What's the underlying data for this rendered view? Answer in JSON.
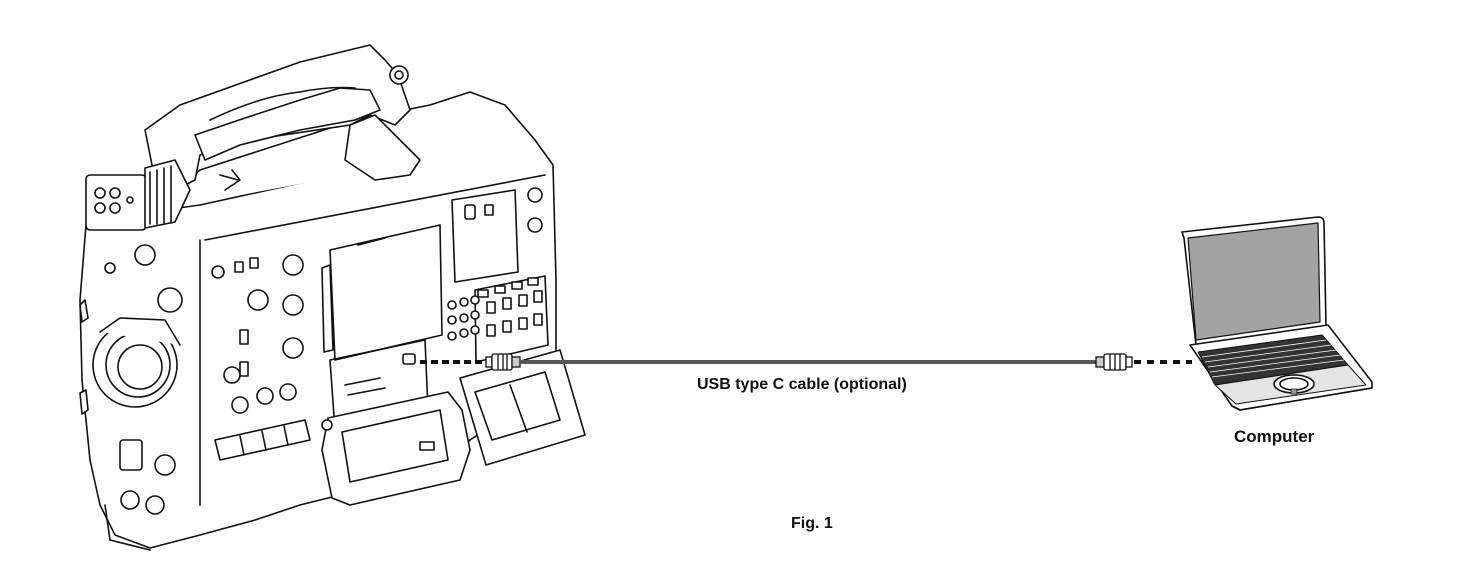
{
  "figure": {
    "caption": "Fig. 1",
    "cable_label": "USB type C cable (optional)",
    "computer_label": "Computer"
  },
  "devices": {
    "camera": {
      "name": "camera-recorder",
      "icon": "camcorder-icon"
    },
    "computer": {
      "name": "laptop-computer",
      "icon": "laptop-icon"
    },
    "cable": {
      "name": "usb-type-c-cable",
      "icon": "usb-connector-icon"
    }
  },
  "colors": {
    "line": "#111111",
    "cable": "#555555",
    "screen": "#a3a3a3",
    "keyboard_deck": "#e4e4e4"
  }
}
